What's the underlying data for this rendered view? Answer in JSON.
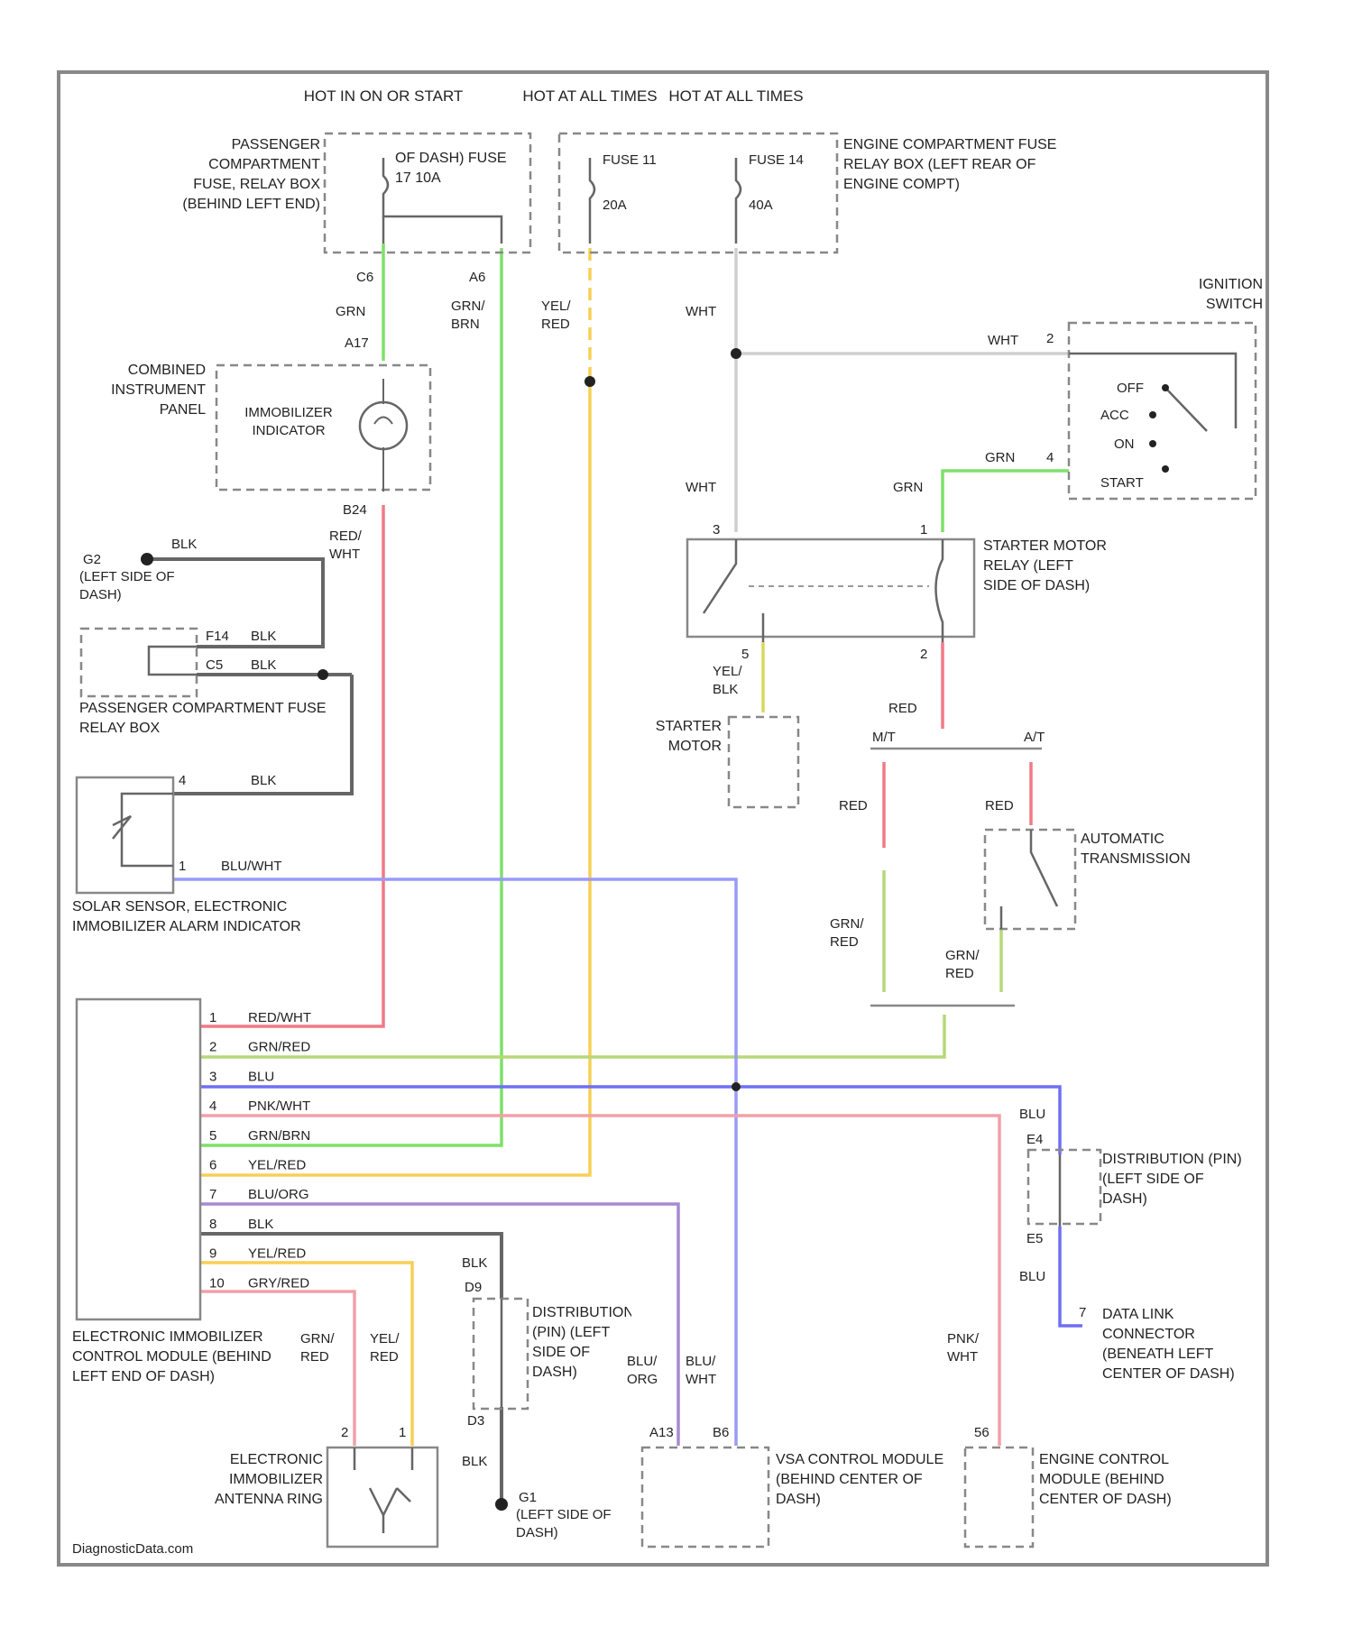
{
  "colors": {
    "green": "#7fe06a",
    "yellow": "#f8cf56",
    "red": "#f07a86",
    "pink": "#f2a0a8",
    "blue": "#6f6ff5",
    "lightblue": "#9a9af7",
    "olive": "#b6d878",
    "purple": "#a78acf",
    "white": "#cfcfcf",
    "black": "#6a6a6a",
    "frame": "#888888"
  },
  "power": {
    "hot_run_start": "HOT IN ON OR START",
    "hot_all_1": "HOT AT ALL TIMES",
    "hot_all_2": "HOT AT ALL TIMES"
  },
  "fuse_box_pass": {
    "label": "PASSENGER COMPARTMENT FUSE, RELAY BOX (BEHIND LEFT END)",
    "fuse": "OF DASH) FUSE 17 10A",
    "pin_left": "C6",
    "pin_right": "A6"
  },
  "fuse_box_engine": {
    "label": "ENGINE COMPARTMENT FUSE RELAY BOX (LEFT REAR OF ENGINE COMPT)",
    "fuse11": "FUSE 11",
    "fuse11_amp": "20A",
    "fuse14": "FUSE 14",
    "fuse14_amp": "40A"
  },
  "wires": {
    "grn": "GRN",
    "grn_brn": "GRN/ BRN",
    "yel_red": "YEL/ RED",
    "wht_1": "WHT",
    "wht_2": "WHT",
    "wht_3": "WHT",
    "grn_ign": "GRN",
    "grn_relay": "GRN",
    "blk_1": "BLK",
    "red_wht": "RED/ WHT",
    "blk_2": "BLK",
    "blk_3": "BLK",
    "blk_4": "BLK",
    "blu_wht": "BLU/WHT",
    "yel_blk": "YEL/ BLK",
    "red_1": "RED",
    "red_2": "RED",
    "red_3": "RED",
    "grn_red_1": "GRN/ RED",
    "grn_red_2": "GRN/ RED",
    "blu_1": "BLU",
    "blu_2": "BLU",
    "blk_5": "BLK",
    "blk_6": "BLK",
    "grn_red_3": "GRN/ RED",
    "yel_red_2": "YEL/ RED",
    "blu_org": "BLU/ ORG",
    "blu_wht_2": "BLU/ WHT",
    "pnk_wht": "PNK/ WHT"
  },
  "instrument_panel": {
    "label": "COMBINED INSTRUMENT PANEL",
    "indicator": "IMMOBILIZER INDICATOR",
    "pin_top": "A17",
    "pin_bottom": "B24"
  },
  "ignition": {
    "label": "IGNITION SWITCH",
    "positions": [
      "OFF",
      "ACC",
      "ON",
      "START"
    ],
    "pin_wht": "2",
    "pin_grn": "4"
  },
  "starter_relay": {
    "label": "STARTER MOTOR RELAY (LEFT SIDE OF DASH)",
    "pin3": "3",
    "pin1": "1",
    "pin5": "5",
    "pin2": "2"
  },
  "starter_motor": {
    "label": "STARTER MOTOR"
  },
  "transmission": {
    "mt": "M/T",
    "at": "A/T",
    "label": "AUTOMATIC TRANSMISSION"
  },
  "ground_g2": {
    "id": "G2",
    "label": "(LEFT SIDE OF DASH)"
  },
  "pcb_relay": {
    "label": "PASSENGER COMPARTMENT FUSE RELAY BOX",
    "pin_f": "F14",
    "pin_c": "C5"
  },
  "solar_sensor": {
    "label": "SOLAR SENSOR, ELECTRONIC IMMOBILIZER ALARM INDICATOR",
    "pin4": "4",
    "pin1": "1"
  },
  "ecm_immob": {
    "label": "ELECTRONIC IMMOBILIZER CONTROL MODULE (BEHIND LEFT END OF DASH)",
    "pins": [
      {
        "n": "1",
        "w": "RED/WHT"
      },
      {
        "n": "2",
        "w": "GRN/RED"
      },
      {
        "n": "3",
        "w": "BLU"
      },
      {
        "n": "4",
        "w": "PNK/WHT"
      },
      {
        "n": "5",
        "w": "GRN/BRN"
      },
      {
        "n": "6",
        "w": "YEL/RED"
      },
      {
        "n": "7",
        "w": "BLU/ORG"
      },
      {
        "n": "8",
        "w": "BLK"
      },
      {
        "n": "9",
        "w": "YEL/RED"
      },
      {
        "n": "10",
        "w": "GRY/RED"
      }
    ]
  },
  "distribution": {
    "label": "DISTRIBUTION (PIN) (LEFT SIDE OF DASH)",
    "pin_top": "E4",
    "pin_bottom": "E5"
  },
  "dlc": {
    "label": "DATA LINK CONNECTOR (BENEATH LEFT CENTER OF DASH)",
    "pin": "7"
  },
  "distr_gnd": {
    "label": "DISTRIBUTION (PIN) (LEFT SIDE OF DASH)",
    "pin_top": "D9",
    "pin_bottom": "D3"
  },
  "antenna": {
    "label": "ELECTRONIC IMMOBILIZER ANTENNA RING",
    "pin2": "2",
    "pin1": "1"
  },
  "ground_g1": {
    "id": "G1",
    "label": "(LEFT SIDE OF DASH)"
  },
  "vsa": {
    "label": "VSA CONTROL MODULE (BEHIND CENTER OF DASH)",
    "pin_a": "A13",
    "pin_b": "B6"
  },
  "ecm": {
    "label": "ENGINE CONTROL MODULE (BEHIND CENTER OF DASH)",
    "pin": "56"
  },
  "watermark": "DiagnosticData.com"
}
